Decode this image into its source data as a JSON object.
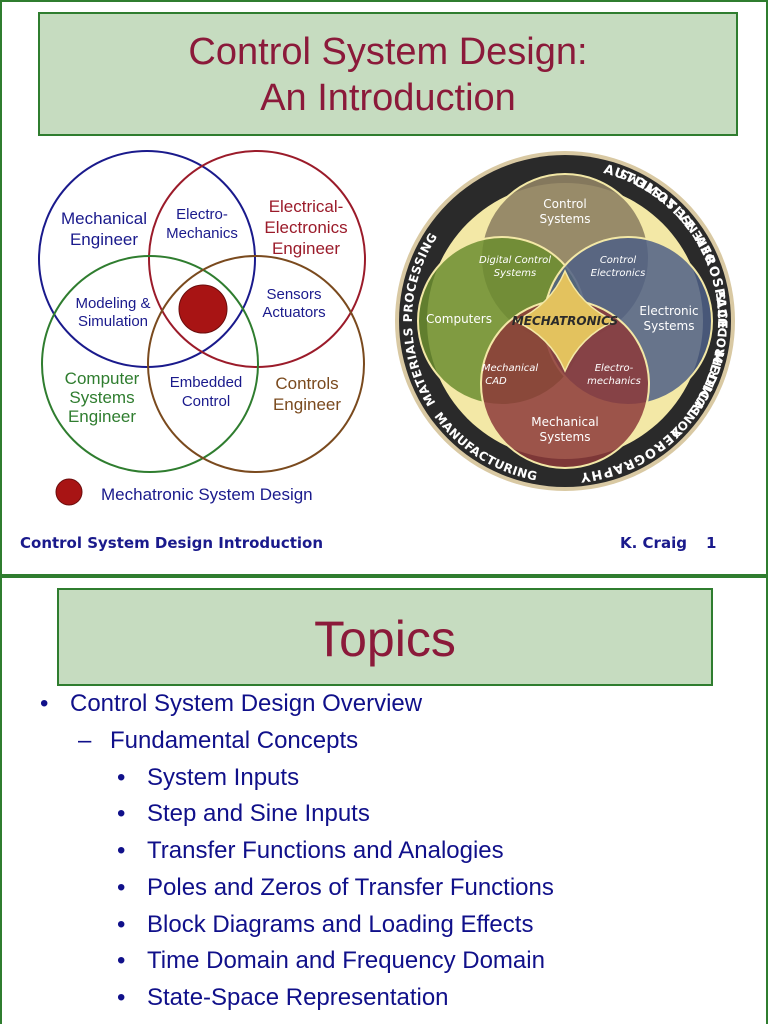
{
  "slide1": {
    "title_line1": "Control System Design:",
    "title_line2": "An Introduction",
    "venn": {
      "mechanical": [
        "Mechanical",
        "Engineer"
      ],
      "electro_mechanics": [
        "Electro-",
        "Mechanics"
      ],
      "electrical": [
        "Electrical-",
        "Electronics",
        "Engineer"
      ],
      "modeling": [
        "Modeling &",
        "Simulation"
      ],
      "sensors": [
        "Sensors",
        "Actuators"
      ],
      "computer": [
        "Computer",
        "Systems",
        "Engineer"
      ],
      "embedded": [
        "Embedded",
        "Control"
      ],
      "controls": [
        "Controls",
        "Engineer"
      ],
      "legend": "Mechatronic System Design",
      "colors": {
        "blue": "#1a1a8c",
        "red": "#9b1b2a",
        "green": "#2f7d2f",
        "brown": "#7a4a1e",
        "dot": "#a81414"
      }
    },
    "wheel": {
      "ring_labels": [
        "AUTOMOTIVE",
        "AEROSPACE",
        "MEDICAL",
        "XEROGRAPHY",
        "DEFENSE SYSTEMS",
        "CONSUMER PRODUCTS",
        "MANUFACTURING",
        "MATERIALS PROCESSING"
      ],
      "control_systems": [
        "Control",
        "Systems"
      ],
      "digital_control": [
        "Digital Control",
        "Systems"
      ],
      "control_electronics": [
        "Control",
        "Electronics"
      ],
      "computers": "Computers",
      "electronic_systems": [
        "Electronic",
        "Systems"
      ],
      "center": "MECHATRONICS",
      "mechanical_cad": [
        "Mechanical",
        "CAD"
      ],
      "electro_mechanics": [
        "Electro-",
        "mechanics"
      ],
      "mechanical_systems": [
        "Mechanical",
        "Systems"
      ]
    },
    "footer": {
      "left": "Control System Design Introduction",
      "author": "K. Craig",
      "page": "1"
    }
  },
  "slide2": {
    "title": "Topics",
    "items": [
      {
        "bullet": "•",
        "text": "Control System Design Overview"
      },
      {
        "bullet": "–",
        "text": "Fundamental Concepts"
      },
      {
        "bullet": "•",
        "text": "System Inputs"
      },
      {
        "bullet": "•",
        "text": "Step and Sine Inputs"
      },
      {
        "bullet": "•",
        "text": "Transfer Functions and Analogies"
      },
      {
        "bullet": "•",
        "text": "Poles and Zeros of Transfer Functions"
      },
      {
        "bullet": "•",
        "text": "Block Diagrams and Loading Effects"
      },
      {
        "bullet": "•",
        "text": "Time Domain and Frequency Domain"
      },
      {
        "bullet": "•",
        "text": "State-Space Representation"
      }
    ]
  }
}
